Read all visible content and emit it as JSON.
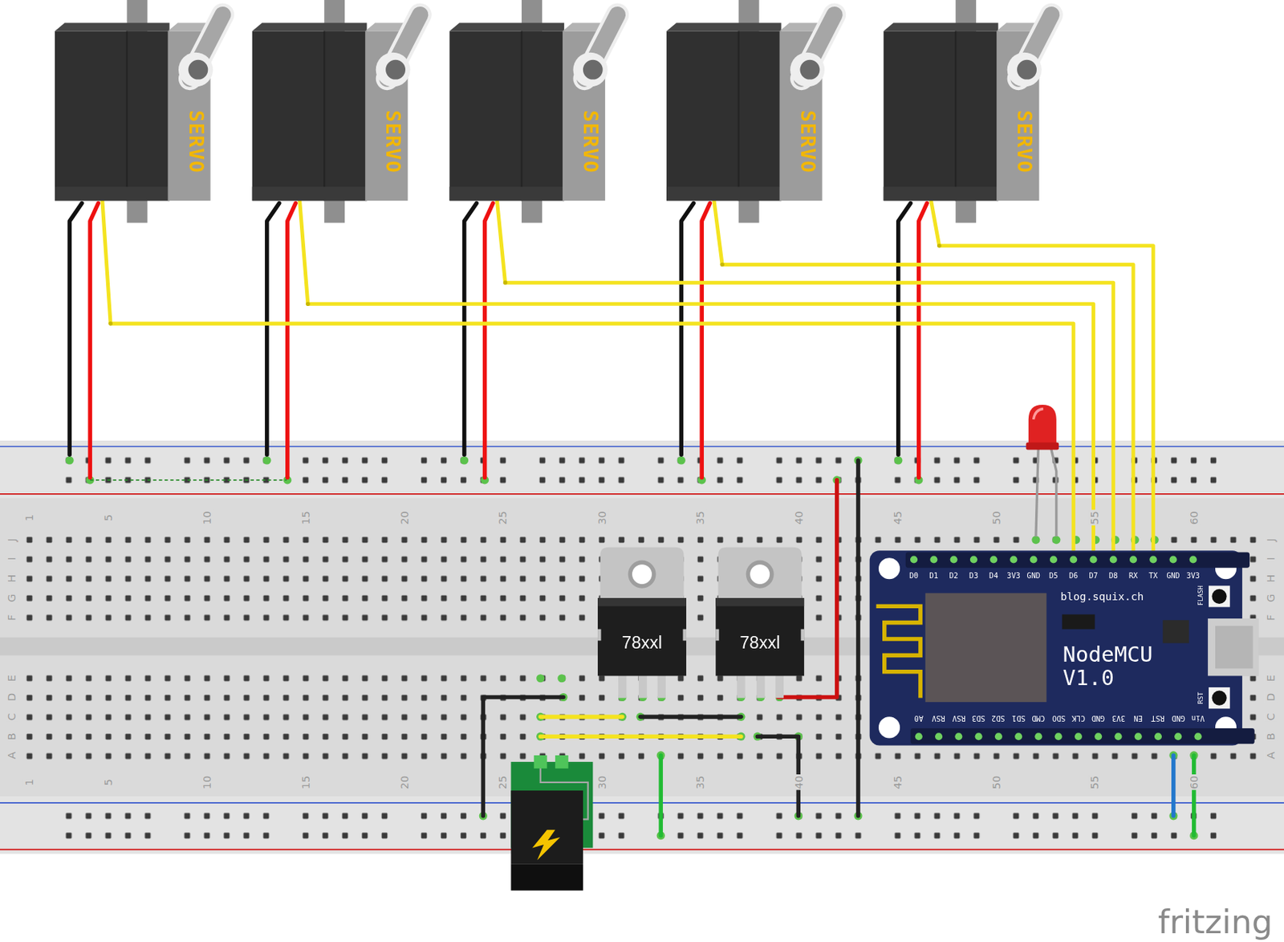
{
  "diagram": {
    "nodes": [
      {
        "text": [
          "SERVO"
        ]
      },
      {
        "text": [
          "SERVO"
        ]
      },
      {
        "text": [
          "SERVO"
        ]
      },
      {
        "text": [
          "SERVO"
        ]
      },
      {
        "text": [
          "SERVO"
        ]
      },
      {
        "text": [
          "78xxl"
        ]
      },
      {
        "text": [
          "78xxl"
        ]
      },
      {
        "text": [
          "D0",
          "D1",
          "D2",
          "D3",
          "D4",
          "3V3",
          "GND",
          "D5",
          "D6",
          "D7",
          "D8",
          "RX",
          "TX",
          "GND",
          "3V3",
          "FLASH",
          "blog.squix.ch",
          "NodeMCU V1.0",
          "RST",
          "A0",
          "RSV",
          "RSV",
          "SD3",
          "SD2",
          "SD1",
          "CMD",
          "SDO",
          "CLK",
          "GND",
          "3V3",
          "EN",
          "RST",
          "GND",
          "Vin"
        ]
      }
    ],
    "edges": [
      {
        "from": 0,
        "to": 7,
        "arrow": "none"
      },
      {
        "from": 1,
        "to": 7,
        "arrow": "none"
      },
      {
        "from": 2,
        "to": 7,
        "arrow": "none"
      },
      {
        "from": 3,
        "to": 7,
        "arrow": "none"
      },
      {
        "from": 4,
        "to": 7,
        "arrow": "none"
      }
    ],
    "labels": [
      "1",
      "5",
      "10",
      "15",
      "20",
      "25",
      "30",
      "35",
      "40",
      "45",
      "50",
      "55",
      "60",
      "J",
      "I",
      "H",
      "G",
      "F",
      "E",
      "D",
      "C",
      "B",
      "A",
      "J",
      "I",
      "H",
      "G",
      "F",
      "E",
      "D",
      "C",
      "B",
      "A",
      "1",
      "5",
      "10",
      "15",
      "20",
      "25",
      "30",
      "35",
      "40",
      "45",
      "50",
      "55",
      "60",
      "fritzing"
    ]
  }
}
